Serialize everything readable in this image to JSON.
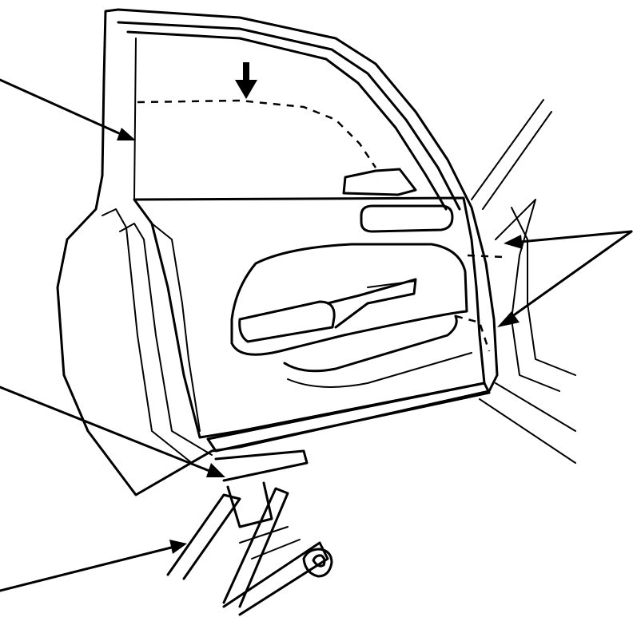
{
  "diagram": {
    "type": "technical-line-drawing",
    "subject": "door-panel-removal",
    "stroke_color": "#000000",
    "background": "#ffffff",
    "callouts": [
      {
        "id": "glass-callout"
      },
      {
        "id": "upper-rear-edge-callout"
      },
      {
        "id": "lower-rear-edge-callout"
      },
      {
        "id": "bottom-edge-callout"
      },
      {
        "id": "support-callout"
      }
    ]
  }
}
